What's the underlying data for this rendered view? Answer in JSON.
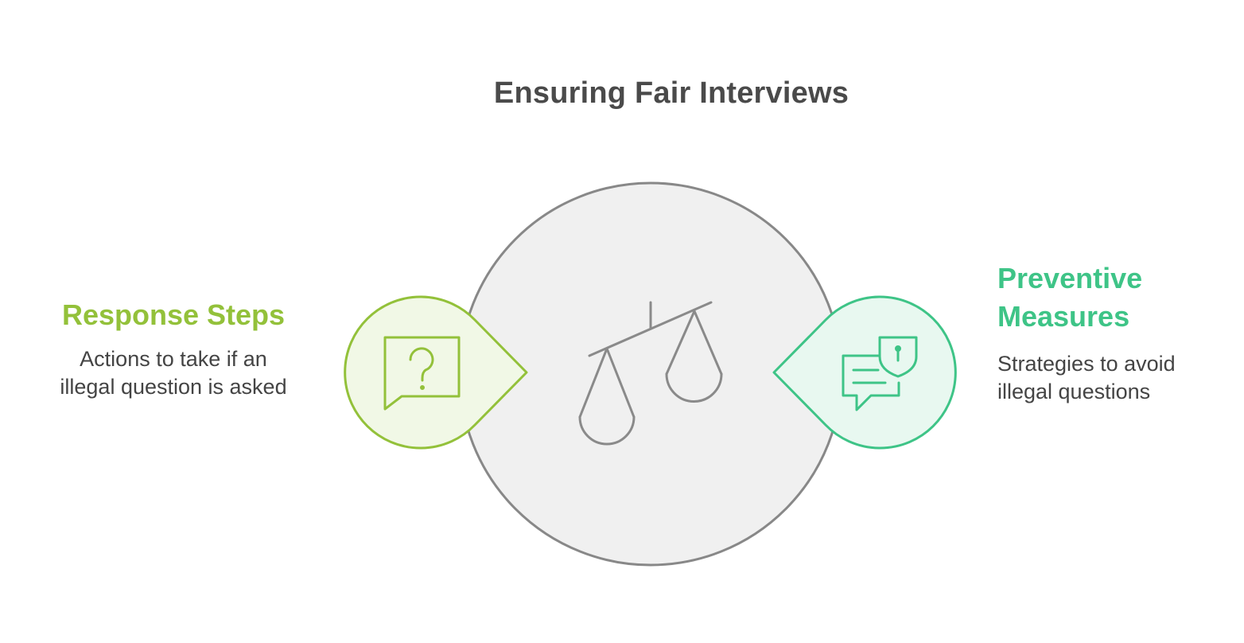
{
  "diagram": {
    "title": "Ensuring Fair Interviews",
    "center": {
      "icon": "balance-scale-icon"
    },
    "left": {
      "heading": "Response Steps",
      "description_line1": "Actions to take if an",
      "description_line2": "illegal question is asked",
      "icon": "question-speech-bubble-icon",
      "color": "#93c13a",
      "fill": "#f1f8e6"
    },
    "right": {
      "heading_line1": "Preventive",
      "heading_line2": "Measures",
      "description_line1": "Strategies to avoid",
      "description_line2": "illegal questions",
      "icon": "chat-shield-lock-icon",
      "color": "#3ec487",
      "fill": "#e8f8f0"
    },
    "colors": {
      "circle_fill": "#f0f0f0",
      "circle_stroke": "#888888",
      "title": "#4a4a4a",
      "text": "#444444"
    }
  }
}
